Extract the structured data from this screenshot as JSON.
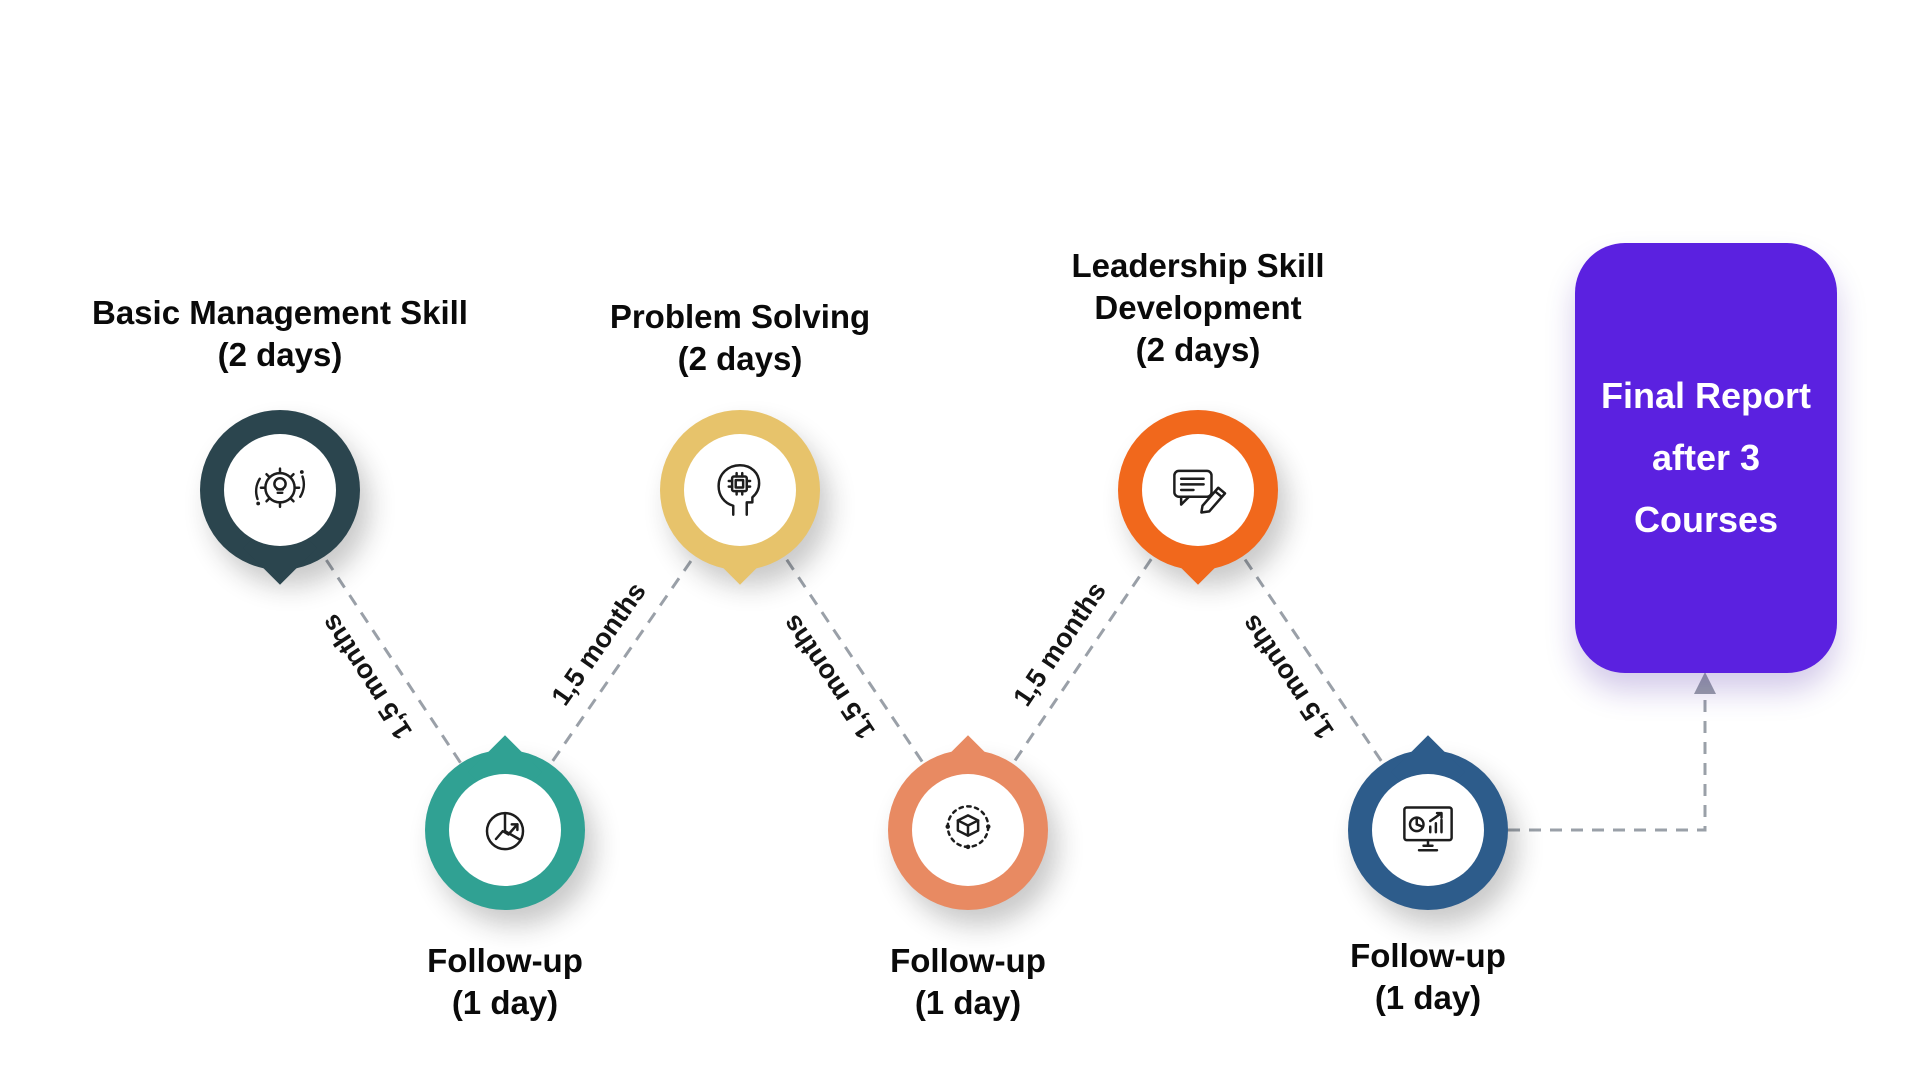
{
  "connectors": {
    "color": "#9aa0a8",
    "labels": [
      "1,5 months",
      "1,5 months",
      "1,5 months",
      "1,5 months",
      "1,5 months"
    ]
  },
  "nodes": [
    {
      "title": "Basic Management Skill",
      "duration": "(2 days)",
      "ring_color": "#2b454e",
      "icon": "management-gear-icon"
    },
    {
      "title": "Follow-up",
      "duration": "(1 day)",
      "ring_color": "#30a193",
      "icon": "pie-chart-growth-icon"
    },
    {
      "title": "Problem Solving",
      "duration": "(2 days)",
      "ring_color": "#e7c36b",
      "icon": "head-chip-icon"
    },
    {
      "title": "Follow-up",
      "duration": "(1 day)",
      "ring_color": "#e88a62",
      "icon": "cubes-network-icon"
    },
    {
      "title": "Leadership Skill Development",
      "duration": "(2 days)",
      "ring_color": "#f1681c",
      "icon": "chat-pencil-icon"
    },
    {
      "title": "Follow-up",
      "duration": "(1 day)",
      "ring_color": "#2d5c8b",
      "icon": "dashboard-monitor-icon"
    }
  ],
  "final_report": {
    "line1": "Final Report",
    "line2": "after 3",
    "line3": "Courses",
    "background": "#5b21e0",
    "text_color": "#ffffff"
  }
}
